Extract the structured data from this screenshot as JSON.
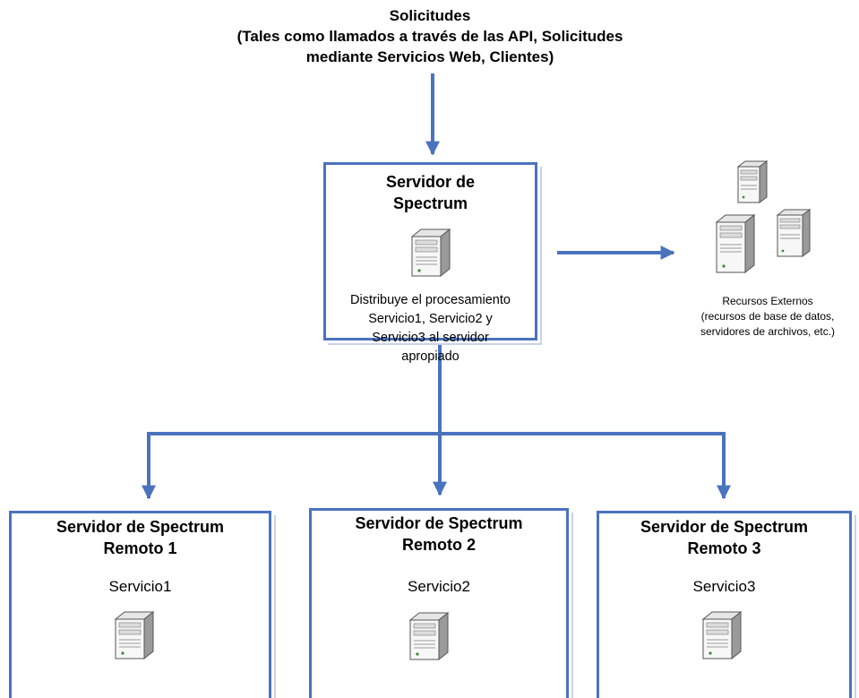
{
  "header": {
    "line1": "Solicitudes",
    "line2": "(Tales como llamados a través de las API, Solicitudes",
    "line3": "mediante Servicios Web, Clientes)"
  },
  "main_server": {
    "title_line1": "Servidor de",
    "title_line2": "Spectrum",
    "desc_line1": "Distribuye el procesamiento",
    "desc_line2": "Servicio1, Servicio2 y",
    "desc_line3": "Servicio3 al servidor",
    "desc_line4": "apropiado",
    "icon": "server-icon"
  },
  "external_resources": {
    "line1": "Recursos Externos",
    "line2": "(recursos de base de datos,",
    "line3": "servidores de archivos, etc.)",
    "icon": "server-cluster-icon"
  },
  "remote_servers": [
    {
      "title_line1": "Servidor de Spectrum",
      "title_line2": "Remoto 1",
      "service": "Servicio1",
      "icon": "server-icon"
    },
    {
      "title_line1": "Servidor de Spectrum",
      "title_line2": "Remoto 2",
      "service": "Servicio2",
      "icon": "server-icon"
    },
    {
      "title_line1": "Servidor de Spectrum",
      "title_line2": "Remoto 3",
      "service": "Servicio3",
      "icon": "server-icon"
    }
  ],
  "colors": {
    "connector": "#4a73be",
    "box_border": "#4a73be"
  }
}
